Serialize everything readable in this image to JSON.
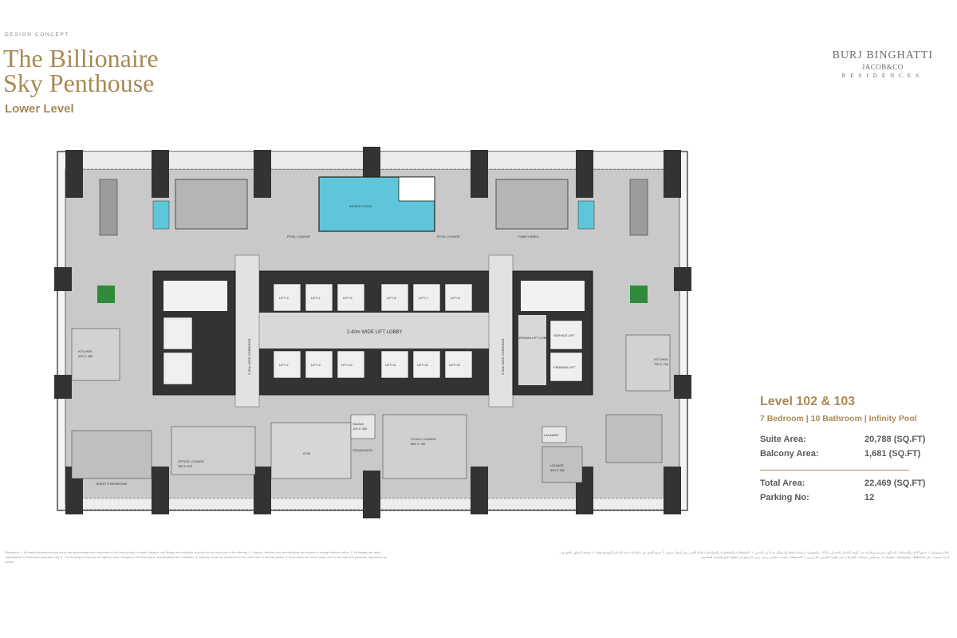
{
  "header": {
    "kicker": "DESIGN CONCEPT",
    "title_line1": "The Billionaire",
    "title_line2": "Sky Penthouse",
    "subtitle": "Lower Level"
  },
  "brand": {
    "line1": "BURJ BINGHATTI",
    "line2": "JACOB&CO",
    "line3": "RESIDENCES"
  },
  "info": {
    "level": "Level 102 & 103",
    "features": "7 Bedroom | 10 Bathroom | Infinity Pool",
    "suite_area_label": "Suite Area:",
    "suite_area_value": "20,788 (SQ.FT)",
    "balcony_area_label": "Balcony Area:",
    "balcony_area_value": "1,681 (SQ.FT)",
    "total_area_label": "Total Area:",
    "total_area_value": "22,469 (SQ.FT)",
    "parking_label": "Parking No:",
    "parking_value": "12"
  },
  "plan": {
    "lift_lobby": "2.40m WIDE LIFT LOBBY",
    "corridor_left": "2.00m WIDE CORRIDOR",
    "corridor_right": "2.00m WIDE CORRIDOR",
    "infinity_pool": "INFINITY POOL",
    "pool_lounge_left": "POOL LOUNGE",
    "pool_lounge_right": "POOL LOUNGE",
    "family_area": "FAMILY AREA",
    "fireman_lift_lobby": "FIREMAN LIFT LOBBY",
    "service_lift": "SERVICE LIFT",
    "fireman_lift": "FIREMAN LIFT",
    "kitchen_left": "KITCHEN",
    "kitchen_left_dim": "430 X 480",
    "kitchen_right": "KITCHEN",
    "kitchen_right_dim": "700 X 790",
    "office_lounge": "OFFICE LOUNGE",
    "office_lounge_dim": "780 X 570",
    "guests_bedroom": "GUEST'S BEDROOM",
    "study_lounge": "STUDY LOUNGE",
    "study_lounge_dim": "880 X 780",
    "sauna": "SAUNA",
    "sauna_dim": "190 X 330",
    "steam_bath": "STEAM BATH",
    "lounge": "LOUNGE",
    "lounge_dim": "300 X 350",
    "gym": "GYM",
    "laundry": "LAUNDRY",
    "lifts_top": [
      "LIFT-3",
      "LIFT-4",
      "LIFT-5",
      "LIFT-6",
      "LIFT-7",
      "LIFT-8"
    ],
    "lifts_bottom": [
      "LIFT-2",
      "LIFT-9",
      "LIFT-10",
      "LIFT-11",
      "LIFT-12",
      "LIFT-13"
    ]
  },
  "disclaimer_left": "Disclaimer: 1. All stated dimensions and areas are approximate and measured to the internal face of walls; furniture and fittings are indicative only and do not form part of the offering. 2. Layouts, finishes and specifications are subject to change without notice. 3. All images are artist impressions for illustration purposes only. 4. The developer reserves the right to make changes to the floor plans, specifications and materials. 5. Balcony areas are measured to the outer face of the balustrade. 6. Floor plans are not to scale; refer to the sale and purchase agreement for details.",
  "disclaimer_right": "إخلاء مسؤولية: ١. جميع الأبعاد والمساحات المذكورة تقريبية ومقاسة حتى الوجه الداخلي للجدران، والأثاث والتجهيزات إرشادية فقط ولا تشكل جزءاً من العرض. ٢. المخططات والتشطيبات والمواصفات قابلة للتغيير دون إشعار مسبق. ٣. جميع الصور هي انطباعات فنية لأغراض التوضيح فقط. ٤. يحتفظ المطور بالحق في إجراء تغييرات على المخططات والمواصفات والمواد. ٥. يتم قياس مساحات الشرفات حتى الوجه الخارجي للدرابزين. ٦. المخططات ليست بمقياس رسم، يرجى الرجوع إلى اتفاقية البيع والشراء للتفاصيل."
}
